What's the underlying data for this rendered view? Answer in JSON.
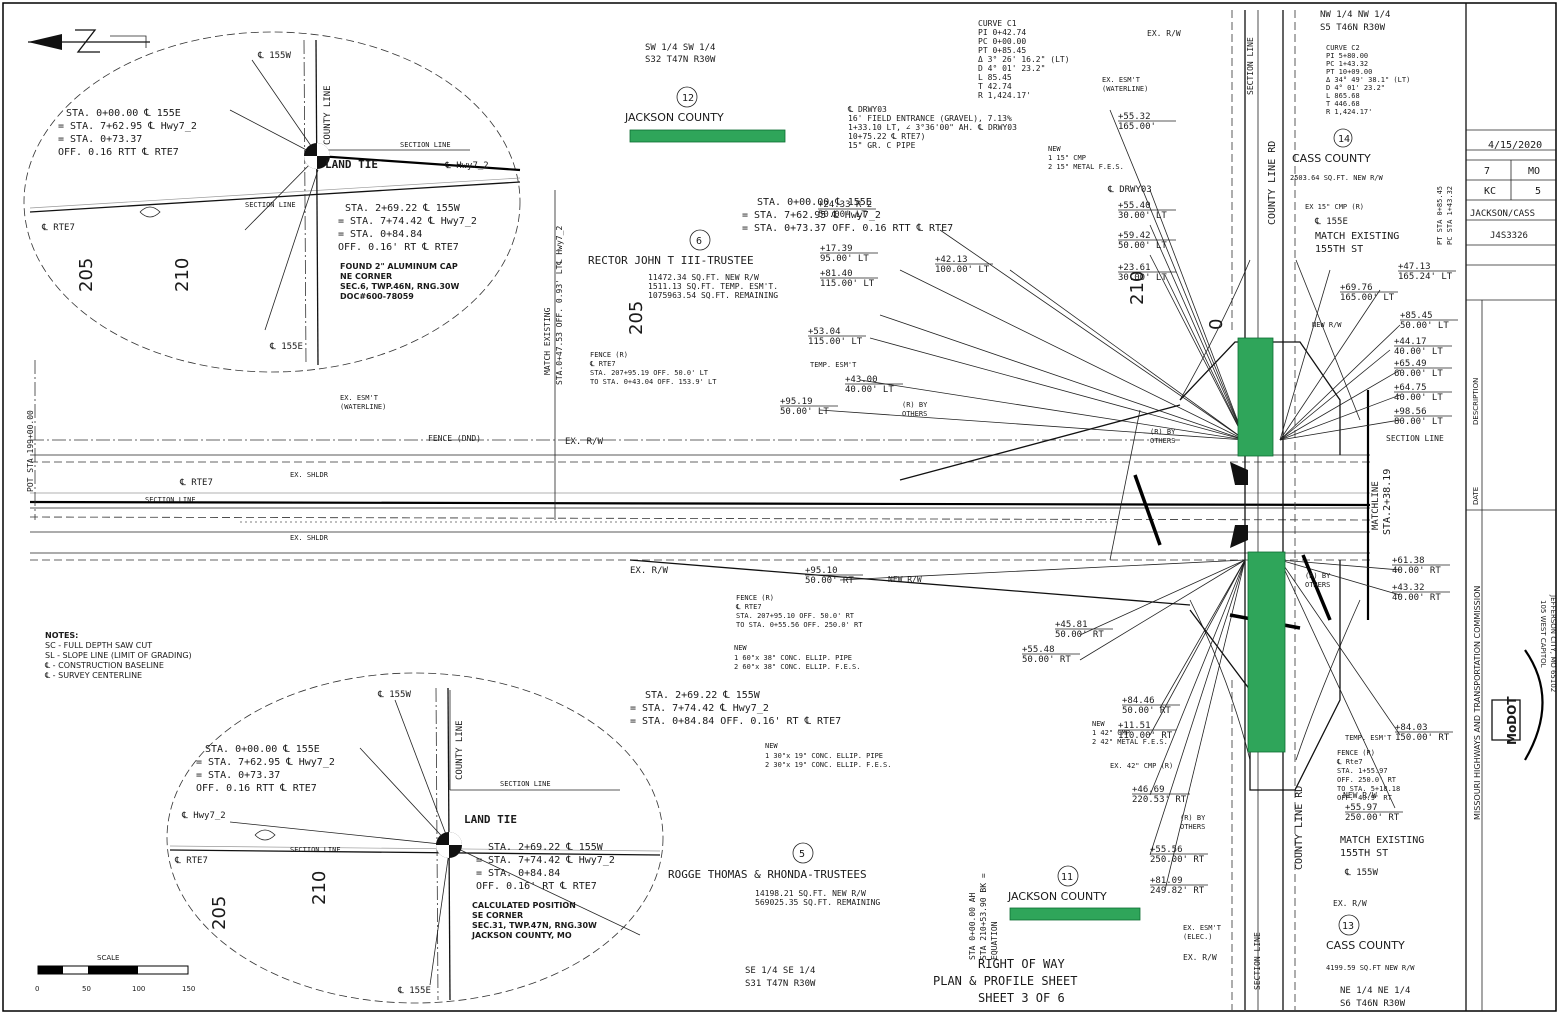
{
  "drawing": {
    "sheet_title_1": "RIGHT OF WAY",
    "sheet_title_2": "PLAN & PROFILE SHEET",
    "sheet_title_3": "SHEET 3 OF 6",
    "colors": {
      "acquisition_fill": "#2fa55a",
      "line": "#111111",
      "paper": "#ffffff"
    }
  },
  "quarter_sections": {
    "top_left": [
      "SW 1/4 SW 1/4",
      "S32 T47N R30W"
    ],
    "top_right": [
      "NW 1/4 NW 1/4",
      "S5 T46N R30W"
    ],
    "bottom_left": [
      "SE 1/4 SE 1/4",
      "S31 T47N R30W"
    ],
    "bottom_right": [
      "NE 1/4 NE 1/4",
      "S6 T46N R30W"
    ]
  },
  "parcels": {
    "p12": {
      "number": "12",
      "county": "JACKSON COUNTY"
    },
    "p14": {
      "number": "14",
      "county": "CASS COUNTY",
      "area": "2503.64 SQ.FT. NEW R/W"
    },
    "p6": {
      "number": "6",
      "owner": "RECTOR JOHN T III-TRUSTEE",
      "lines": [
        "11472.34 SQ.FT. NEW R/W",
        "1511.13 SQ.FT. TEMP. ESM'T.",
        "1075963.54 SQ.FT. REMAINING"
      ]
    },
    "p5": {
      "number": "5",
      "owner": "ROGGE THOMAS & RHONDA-TRUSTEES",
      "lines": [
        "14198.21 SQ.FT. NEW R/W",
        "569025.35 SQ.FT. REMAINING"
      ]
    },
    "p11": {
      "number": "11",
      "county": "JACKSON COUNTY"
    },
    "p13": {
      "number": "13",
      "county": "CASS COUNTY",
      "area": "4199.59 SQ.FT NEW R/W"
    }
  },
  "curve": {
    "title": "CURVE C1",
    "rows": [
      "PI    0+42.74",
      "PC    0+00.00",
      "PT    0+85.45",
      "Δ     3° 26' 16.2\" (LT)",
      "D     4° 01' 23.2\"",
      "L     85.45",
      "T     42.74",
      "R     1,424.17'"
    ]
  },
  "curve2": {
    "title": "CURVE C2",
    "rows": [
      "PI   5+80.00",
      "PC   1+43.32",
      "PT   10+09.00",
      "Δ   34° 49' 38.1\" (LT)",
      "D    4° 01' 23.2\"",
      "L   865.68",
      "T   446.68",
      "R   1,424.17'"
    ]
  },
  "driveway": {
    "lines": [
      "℄ DRWY03",
      "16' FIELD ENTRANCE (GRAVEL), 7.13%",
      "1+33.10 LT, ∠ 3°36'00\" AH. ℄ DRWY03",
      "10+75.22 ℄ RTE7)",
      "15\" GR. C PIPE"
    ]
  },
  "ties": {
    "tie_top": [
      "STA. 0+00.00 ℄ 155E",
      "= STA. 7+62.95 ℄ Hwy7_2",
      "= STA. 0+73.37 OFF. 0.16 RTT ℄ RTE7"
    ],
    "tie_bottom": [
      "STA. 2+69.22 ℄ 155W",
      "= STA. 7+74.42 ℄ Hwy7_2",
      "= STA. 0+84.84 OFF. 0.16' RT ℄ RTE7"
    ]
  },
  "inset_top": {
    "tie_a": [
      "STA. 0+00.00 ℄ 155E",
      "= STA. 7+62.95 ℄ Hwy7_2",
      "= STA. 0+73.37",
      "OFF. 0.16 RTT ℄ RTE7"
    ],
    "tie_b": [
      "STA. 2+69.22 ℄ 155W",
      "= STA. 7+74.42 ℄ Hwy7_2",
      "= STA. 0+84.84",
      "OFF. 0.16' RT ℄ RTE7"
    ],
    "found": [
      "FOUND 2\" ALUMINUM CAP",
      "NE CORNER",
      "SEC.6, TWP.46N, RNG.30W",
      "DOC#600-78059"
    ],
    "land_tie": "LAND TIE",
    "labels": {
      "w155": "℄ 155W",
      "hwy": "℄ Hwy7_2",
      "e155": "℄ 155E",
      "rte7": "℄ RTE7",
      "county_line": "COUNTY LINE",
      "section_line": "SECTION LINE",
      "n205": "205",
      "n210": "210"
    }
  },
  "inset_bottom": {
    "tie_a": [
      "STA. 0+00.00 ℄ 155E",
      "= STA. 7+62.95 ℄ Hwy7_2",
      "= STA. 0+73.37",
      "OFF. 0.16 RTT ℄ RTE7"
    ],
    "tie_b": [
      "STA. 2+69.22 ℄ 155W",
      "= STA. 7+74.42 ℄ Hwy7_2",
      "= STA. 0+84.84",
      "OFF. 0.16' RT ℄ RTE7"
    ],
    "calc": [
      "CALCULATED POSITION",
      "SE CORNER",
      "SEC.31, TWP.47N, RNG.30W",
      "JACKSON COUNTY, MO"
    ],
    "land_tie": "LAND TIE",
    "labels": {
      "w155": "℄ 155W",
      "hwy": "℄ Hwy7_2",
      "e155": "℄ 155E",
      "rte7": "℄ RTE7",
      "county_line": "COUNTY LINE",
      "section_line": "SECTION LINE",
      "n205": "205",
      "n210": "210"
    }
  },
  "notes": {
    "title": "NOTES:",
    "items": [
      "SC - FULL DEPTH SAW CUT",
      "SL - SLOPE LINE (LIMIT OF GRADING)",
      "℄  - CONSTRUCTION BASELINE",
      "℄  - SURVEY CENTERLINE"
    ]
  },
  "scale": {
    "label": "SCALE",
    "ticks": [
      "0",
      "50",
      "100",
      "150"
    ]
  },
  "road_labels": {
    "rte7_left": "℄ RTE7",
    "section_line_left": "SECTION LINE",
    "ex_shldr": "EX. SHLDR",
    "ex_rw_top": "EX. R/W",
    "ex_rw_bottom": "EX. R/W",
    "fence": "FENCE (DND)",
    "ex_esmt": [
      "EX. ESM'T",
      "(WATERLINE)"
    ],
    "pot": "POT STA 199+00.00",
    "match_left": "MATCH EXISTING",
    "match_left_sta": "STA.0+47.53 OFF. 0.93' LT℄ Hwy7_2",
    "n205": "205",
    "n210": "210",
    "n0": "0",
    "sta_eq": "STA 0+00.00 AH",
    "sta_eq2": "STA 210+53.90 BK =",
    "sta_eq3": "EQUATION",
    "county_line_rd_top": "COUNTY LINE RD",
    "county_line_rd_bottom": "COUNTY LINE RD",
    "section_line_top": "SECTION LINE",
    "section_line_bottom": "SECTION LINE",
    "matchline": "MATCHLINE",
    "matchline_sta": "STA.2+38.19",
    "sta_right_a": "PT STA 0+85.45",
    "sta_right_b": "PC STA 1+43.32",
    "section_line_right": "SECTION LINE",
    "new_rw_top": "NEW R/W",
    "new_rw_bottom": "NEW R/W",
    "new_rw_right": "NEW R/W",
    "ex_rw_right_top": "EX. R/W",
    "ex_rw_right_bottom": "EX. R/W",
    "ex_rw_bot2": "EX. R/W",
    "temp_esmt": "TEMP. ESM'T",
    "temp_esmt_r": "TEMP. ESM'T",
    "ex_esmt_r": [
      "EX. ESM'T",
      "(WATERLINE)"
    ],
    "ex_esmt_elec": [
      "EX. ESM'T",
      "(ELEC.)"
    ],
    "by_others_1": [
      "(R) BY",
      "OTHERS"
    ],
    "by_others_2": [
      "(R) BY",
      "OTHERS"
    ],
    "by_others_3": [
      "(R) BY",
      "OTHERS"
    ],
    "by_others_4": [
      "(R) BY",
      "OTHERS"
    ],
    "drwy03": "℄ DRWY03",
    "e155": "℄ 155E",
    "match_e": [
      "MATCH EXISTING",
      "155TH ST"
    ],
    "match_w": [
      "MATCH EXISTING",
      "155TH ST"
    ],
    "w155": "℄ 155W",
    "cmp_top": [
      "NEW",
      "1 15\" CMP",
      "2 15\" METAL F.E.S."
    ],
    "cmp_bottom": [
      "NEW",
      "1 42\" CMP",
      "2 42\" METAL F.E.S."
    ],
    "ex_cmp_top": "EX 15\" CMP (R)",
    "ex_cmp_bottom": "EX. 42\" CMP (R)",
    "fence_top": [
      "FENCE (R)",
      "℄ RTE7",
      "STA. 207+95.19 OFF. 50.0' LT",
      "TO STA. 0+43.04 OFF. 153.9' LT"
    ],
    "fence_bottom": [
      "FENCE (R)",
      "℄ RTE7",
      "STA. 207+95.10 OFF. 50.0' RT",
      "TO STA. 0+55.56 OFF. 250.0' RT"
    ],
    "fence_right": [
      "FENCE (R)",
      "℄ Rte7",
      "STA. 1+55.97",
      "OFF. 250.0' RT",
      "TO STA. 5+18.18",
      "OFF. 40.9' RT"
    ],
    "pipe_a": [
      "NEW",
      "1 60\"x 38\" CONC. ELLIP. PIPE",
      "2 60\"x 38\" CONC. ELLIP. F.E.S."
    ],
    "pipe_b": [
      "NEW",
      "1 30\"x 19\" CONC. ELLIP. PIPE",
      "2 30\"x 19\" CONC. ELLIP. F.E.S."
    ],
    "county_labels": [
      "JACKSON COUNTY",
      "CASS COUNTY"
    ]
  },
  "offsets": {
    "left_top": [
      [
        "+24.33 R 2",
        "50.00' LT"
      ],
      [
        "+17.39",
        "95.00' LT"
      ],
      [
        "+81.40",
        "115.00' LT"
      ],
      [
        "+53.04",
        "115.00' LT"
      ],
      [
        "+43.00",
        "40.00' LT"
      ],
      [
        "+95.19",
        "50.00' LT"
      ],
      [
        "+42.13",
        "100.00' LT"
      ]
    ],
    "mid_top": [
      [
        "+55.32",
        "165.00'"
      ],
      [
        "+55.40",
        "30.00' LT"
      ],
      [
        "+59.42",
        "50.00' LT"
      ],
      [
        "+23.61",
        "30.00' LT"
      ]
    ],
    "right_top": [
      [
        "+47.13",
        "165.24' LT"
      ],
      [
        "+69.76",
        "165.00' LT"
      ],
      [
        "+85.45",
        "50.00' LT"
      ],
      [
        "+44.17",
        "40.00' LT"
      ],
      [
        "+65.49",
        "60.00' LT"
      ],
      [
        "+64.75",
        "40.00' LT"
      ],
      [
        "+98.56",
        "80.00' LT"
      ]
    ],
    "left_bottom": [
      [
        "+95.10",
        "50.00' RT"
      ],
      [
        "+45.81",
        "50.00' RT"
      ],
      [
        "+55.48",
        "50.00' RT"
      ],
      [
        "+11.51",
        "110.00' RT"
      ],
      [
        "+84.46",
        "50.00' RT"
      ],
      [
        "+46.69",
        "220.53' RT"
      ],
      [
        "+55.56",
        "250.00' RT"
      ],
      [
        "+81.09",
        "249.82' RT"
      ]
    ],
    "right_bottom": [
      [
        "+61.38",
        "40.00' RT"
      ],
      [
        "+43.32",
        "40.00' RT"
      ],
      [
        "+84.03",
        "150.00' RT"
      ],
      [
        "+55.97",
        "250.00' RT"
      ]
    ]
  },
  "title_block": {
    "date": "4/15/2020",
    "route": "7",
    "state": "MO",
    "district": "KC",
    "sheet": "5",
    "county": "JACKSON/CASS",
    "job": "J4S3326",
    "desc_header": "DESCRIPTION",
    "date_header": "DATE",
    "commission": "MISSOURI HIGHWAYS AND TRANSPORTATION COMMISSION",
    "address": [
      "105 WEST CAPITOL",
      "JEFFERSON CITY, MO 65102"
    ],
    "logo_text": "MoDOT"
  }
}
